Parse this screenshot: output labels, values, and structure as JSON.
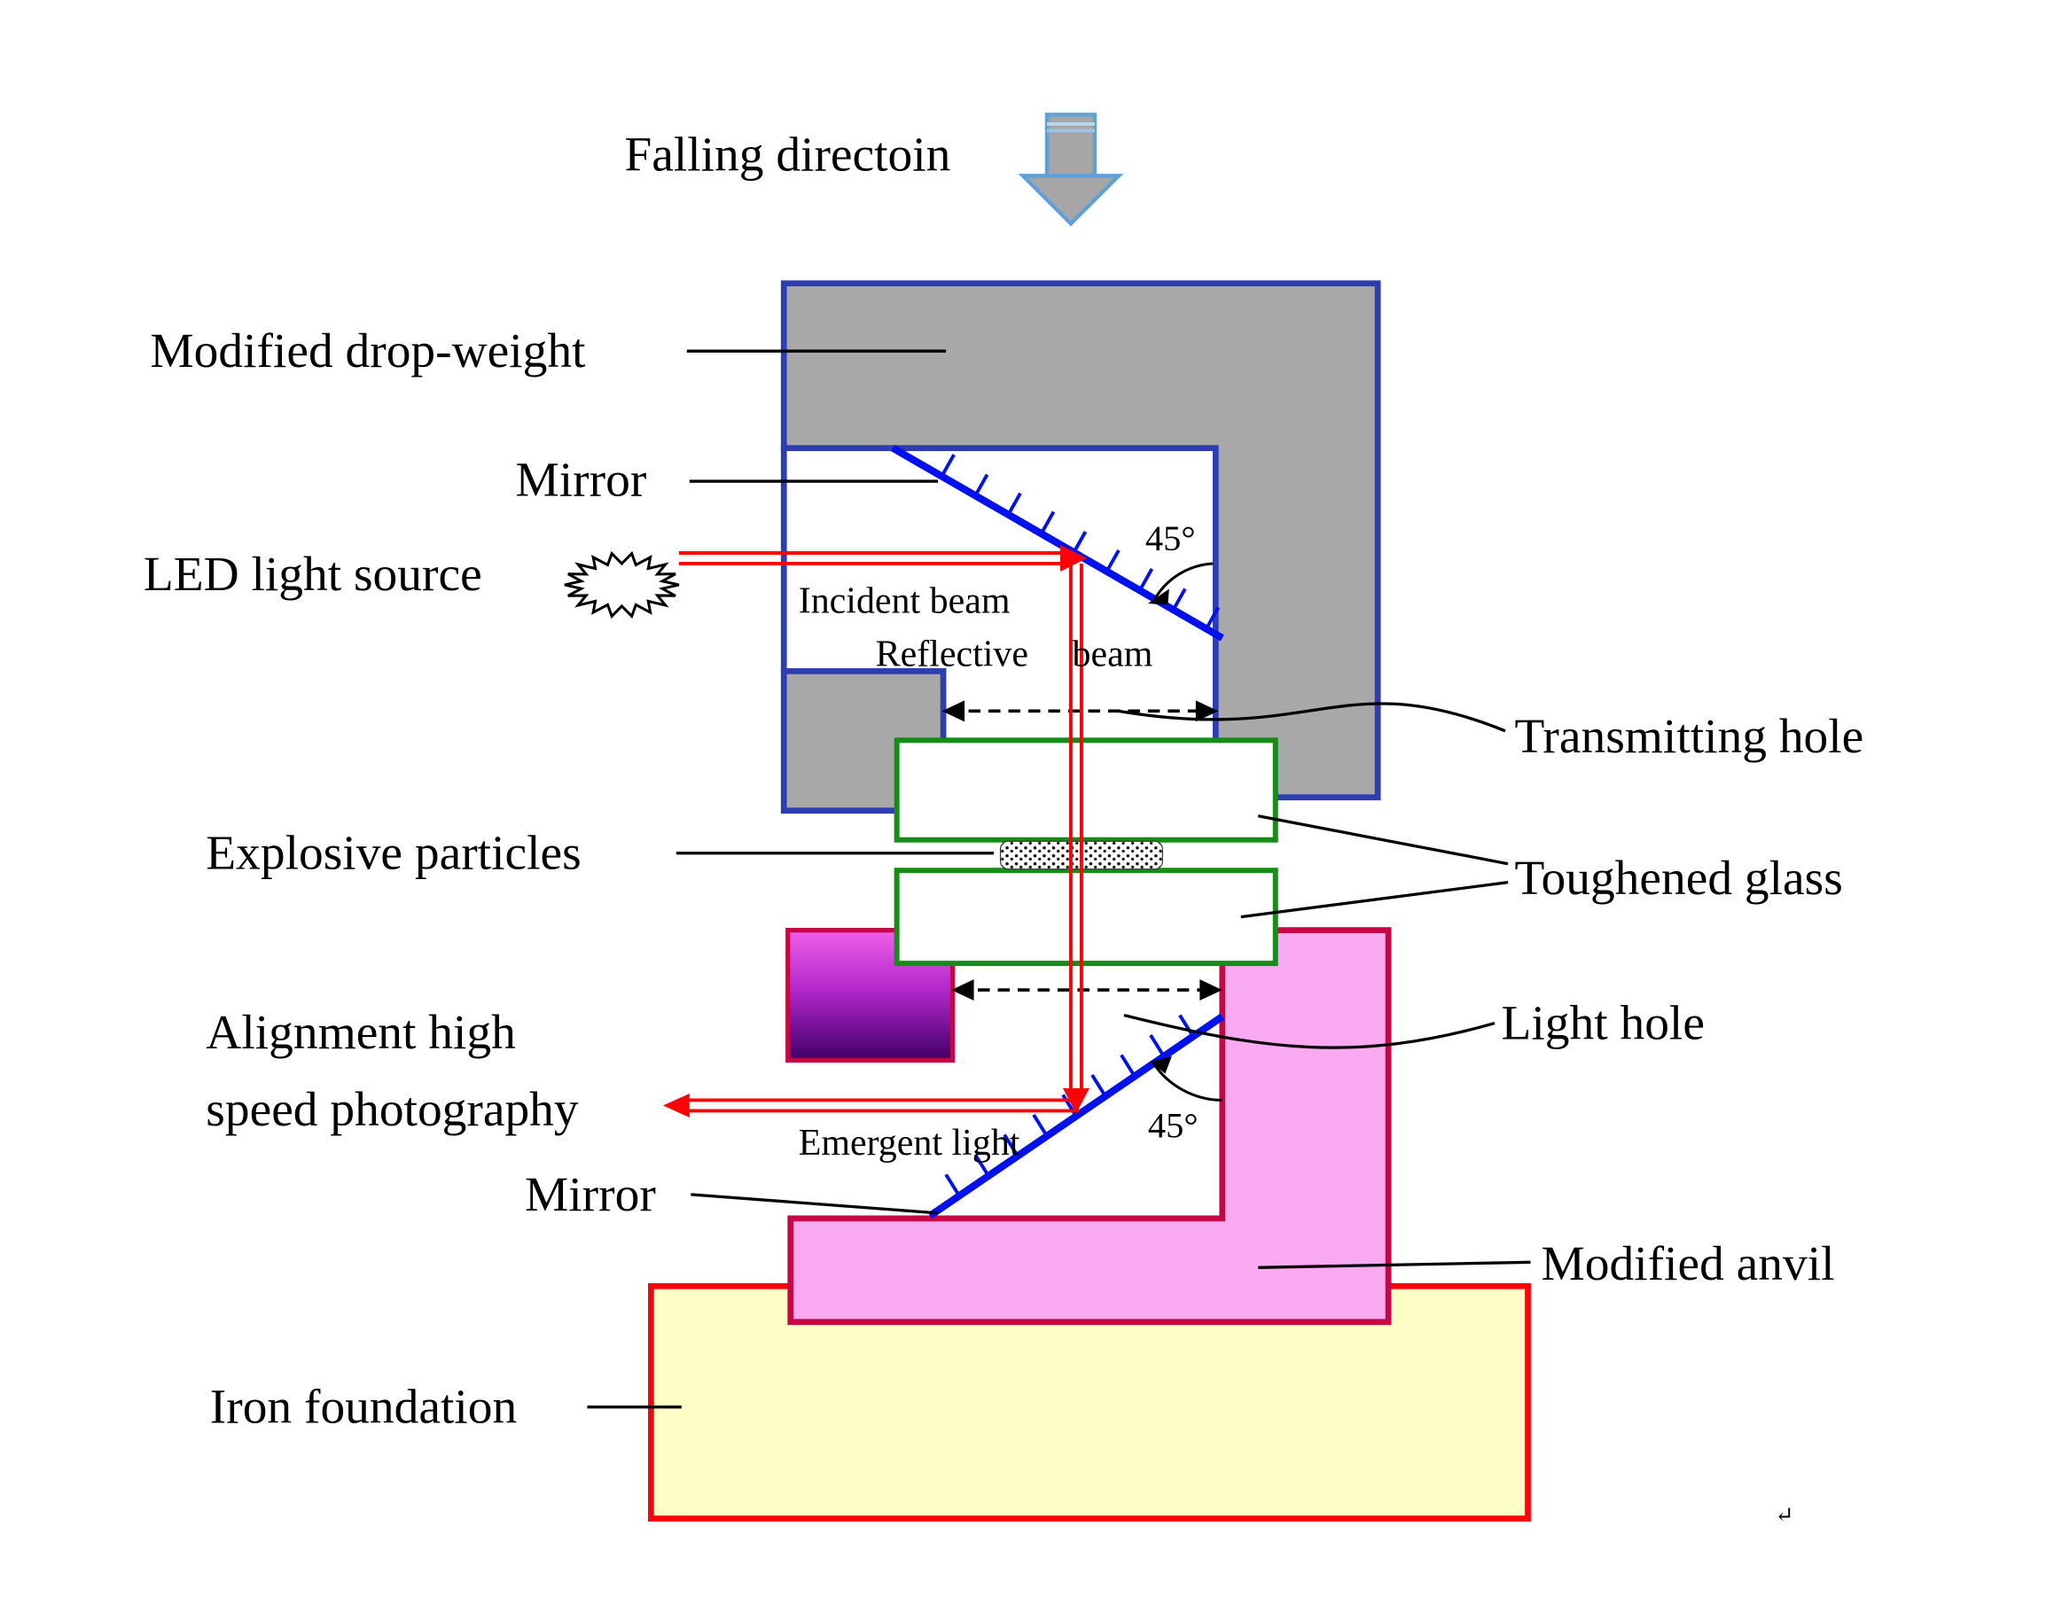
{
  "diagram": {
    "labels": {
      "falling_direction": "Falling directoin",
      "modified_drop_weight": "Modified drop-weight",
      "mirror_top": "Mirror",
      "led_light_source": "LED light source",
      "incident_beam": "Incident beam",
      "reflective_beam": "Reflective beam",
      "angle_top": "45°",
      "transmitting_hole": "Transmitting hole",
      "explosive_particles": "Explosive particles",
      "toughened_glass": "Toughened glass",
      "light_hole": "Light hole",
      "alignment_line1": "Alignment high",
      "alignment_line2": "speed photography",
      "emergent_light": "Emergent light",
      "angle_bottom": "45°",
      "mirror_bottom": "Mirror",
      "modified_anvil": "Modified anvil",
      "iron_foundation": "Iron foundation",
      "return_mark": "↵"
    },
    "colors": {
      "drop_weight_fill": "#a8a8a8",
      "drop_weight_border": "#2f3db2",
      "mirror_blue": "#0011ee",
      "beam_red": "#fb0207",
      "glass_green": "#188c18",
      "anvil_fill": "#f9a9ef",
      "anvil_border": "#c80645",
      "purple_block_top": "#ee60e8",
      "purple_block_mid": "#b428cc",
      "purple_block_bottom": "#3f0066",
      "foundation_fill": "#fdfdc6",
      "foundation_border": "#f90509",
      "falling_arrow_fill": "#a6a6a6",
      "falling_arrow_border": "#62a0d8"
    }
  }
}
